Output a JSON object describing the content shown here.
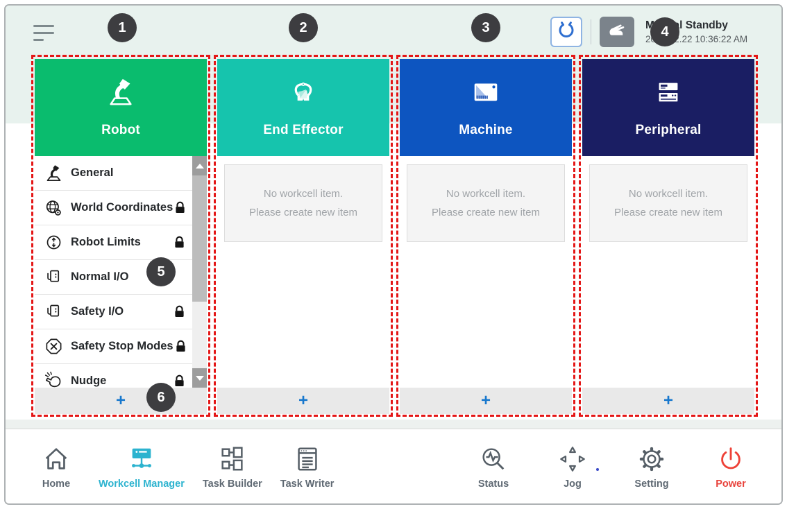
{
  "topbar": {
    "menu_icon": "hamburger-icon",
    "servo_button_icon": "gripper-servo-icon",
    "hand_guide_button_icon": "hand-guide-icon",
    "mode_label": "Manual Standby",
    "datetime": "2022.12.22 10:36:22 AM"
  },
  "columns": [
    {
      "title": "Robot",
      "color": "#0abc6e",
      "icon": "robot-arm-icon",
      "items": [
        {
          "label": "General",
          "icon": "robot-arm-icon",
          "locked": false
        },
        {
          "label": "World Coordinates",
          "icon": "globe-icon",
          "locked": true
        },
        {
          "label": "Robot Limits",
          "icon": "limits-circle-icon",
          "locked": true
        },
        {
          "label": "Normal I/O",
          "icon": "io-card-icon",
          "locked": false
        },
        {
          "label": "Safety I/O",
          "icon": "io-card-icon",
          "locked": true
        },
        {
          "label": "Safety Stop Modes",
          "icon": "stop-octagon-icon",
          "locked": true
        },
        {
          "label": "Nudge",
          "icon": "nudge-hand-icon",
          "locked": true
        }
      ],
      "add_button": "+"
    },
    {
      "title": "End Effector",
      "color": "#16c4ad",
      "icon": "gripper-icon",
      "empty_line1": "No workcell item.",
      "empty_line2": "Please create new item",
      "add_button": "+"
    },
    {
      "title": "Machine",
      "color": "#0d55c0",
      "icon": "machine-icon",
      "empty_line1": "No workcell item.",
      "empty_line2": "Please create new item",
      "add_button": "+"
    },
    {
      "title": "Peripheral",
      "color": "#1a1e63",
      "icon": "peripheral-icon",
      "empty_line1": "No workcell item.",
      "empty_line2": "Please create new item",
      "add_button": "+"
    }
  ],
  "callouts": [
    "1",
    "2",
    "3",
    "4",
    "5",
    "6"
  ],
  "nav": {
    "left": [
      {
        "label": "Home",
        "icon": "home-icon",
        "active": false
      },
      {
        "label": "Workcell Manager",
        "icon": "workcell-manager-icon",
        "active": true
      },
      {
        "label": "Task Builder",
        "icon": "task-builder-icon",
        "active": false
      },
      {
        "label": "Task Writer",
        "icon": "task-writer-icon",
        "active": false
      }
    ],
    "right": [
      {
        "label": "Status",
        "icon": "status-monitor-icon",
        "active": false
      },
      {
        "label": "Jog",
        "icon": "jog-dpad-icon",
        "active": false
      },
      {
        "label": "Setting",
        "icon": "setting-gear-icon",
        "active": false
      },
      {
        "label": "Power",
        "icon": "power-icon",
        "active": false
      }
    ]
  },
  "colors": {
    "robot_green": "#0abc6e",
    "end_effector_teal": "#16c4ad",
    "machine_blue": "#0d55c0",
    "peripheral_navy": "#1a1e63",
    "dashed_annotation_red": "#e41616",
    "nav_active_blue": "#2cb3cf",
    "power_red": "#e8423b",
    "add_plus_blue": "#1878cd",
    "badge_gray": "#3d3d40",
    "top_band_mint": "#e8f2ee"
  }
}
